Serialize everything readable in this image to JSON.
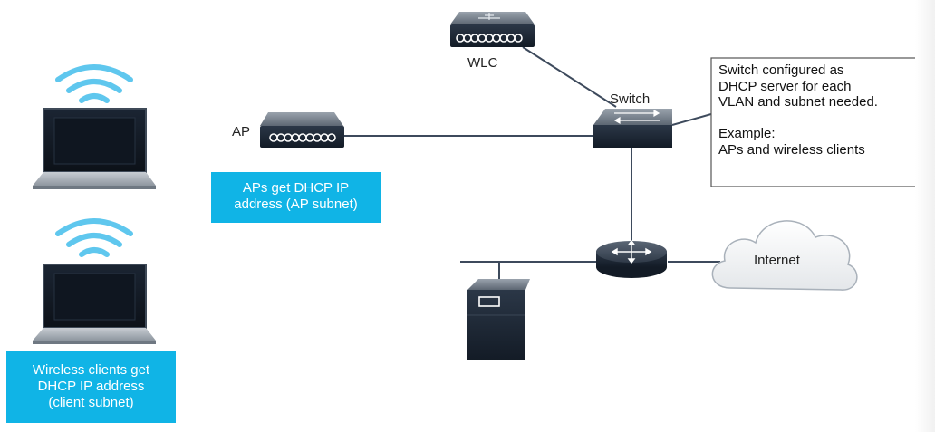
{
  "labels": {
    "wlc": "WLC",
    "switch": "Switch",
    "ap": "AP",
    "internet": "Internet"
  },
  "callouts": {
    "ap_dhcp": [
      "APs get DHCP IP",
      "address (AP subnet)"
    ],
    "clients_dhcp": [
      "Wireless clients get",
      "DHCP IP address",
      "(client subnet)"
    ]
  },
  "note": {
    "lines": [
      "Switch configured as",
      "DHCP server for each",
      "VLAN and subnet needed.",
      "",
      "Example:",
      "APs and wireless clients"
    ]
  },
  "colors": {
    "callout_fill": "#10b4e6",
    "wifi_waves": "#5fc7ee",
    "device_dark": "#1f2b3a",
    "link_line": "#3d4a5c"
  },
  "icons": [
    "wifi-icon",
    "laptop-icon",
    "access-point-icon",
    "wlc-icon",
    "switch-icon",
    "router-icon",
    "server-icon",
    "cloud-icon"
  ]
}
